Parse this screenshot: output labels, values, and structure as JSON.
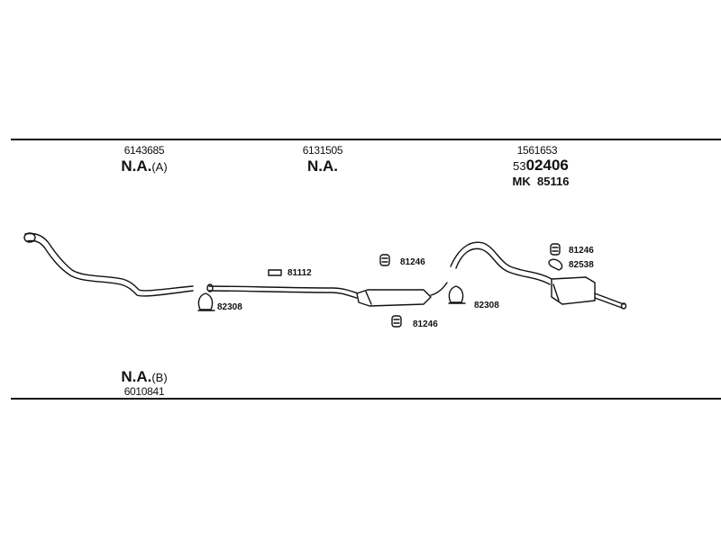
{
  "groups": {
    "front": {
      "part_number": "6143685",
      "status": "N.A.",
      "variant": "(A)"
    },
    "middle": {
      "part_number": "6131505",
      "status": "N.A."
    },
    "rear": {
      "part_number": "1561653",
      "code_prefix": "53",
      "code_main": "02406",
      "kit_label": "MK",
      "kit_number": "85116"
    },
    "alt_front": {
      "status": "N.A.",
      "variant": "(B)",
      "part_number": "6010841"
    }
  },
  "parts": {
    "clamp_left": "82308",
    "gasket_front": "81112",
    "mount_mid_top": "81246",
    "mount_mid_bottom": "81246",
    "clamp_mid": "82308",
    "mount_rear": "81246",
    "hanger_rear": "82538"
  }
}
